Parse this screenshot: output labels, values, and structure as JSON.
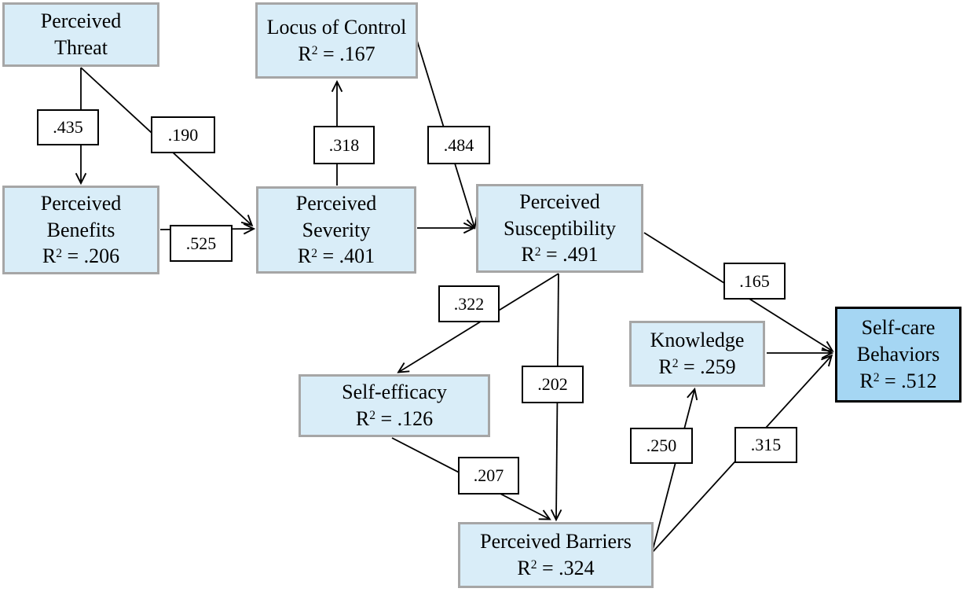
{
  "figure": {
    "description": "Path diagram of Health Belief Model constructs predicting self-care behaviors",
    "colors": {
      "background": "#ffffff",
      "node_fill": "#d9edf8",
      "node_border": "#a6a6a6",
      "highlight_fill": "#a5d6f3",
      "highlight_border": "#000000",
      "coef_fill": "#ffffff",
      "coef_border": "#000000",
      "line_color": "#000000",
      "text_color": "#000000"
    },
    "nodes": [
      {
        "id": "perceived-threat",
        "lines": [
          "Perceived",
          "Threat"
        ],
        "variant": "normal"
      },
      {
        "id": "locus-of-control",
        "lines": [
          "Locus of Control",
          "R² = .167"
        ],
        "variant": "normal"
      },
      {
        "id": "perceived-benefits",
        "lines": [
          "Perceived",
          "Benefits",
          "R² = .206"
        ],
        "variant": "normal"
      },
      {
        "id": "perceived-severity",
        "lines": [
          "Perceived",
          "Severity",
          "R² = .401"
        ],
        "variant": "normal"
      },
      {
        "id": "perceived-susceptibility",
        "lines": [
          "Perceived",
          "Susceptibility",
          "R² = .491"
        ],
        "variant": "normal"
      },
      {
        "id": "self-efficacy",
        "lines": [
          "Self-efficacy",
          "R² = .126"
        ],
        "variant": "normal"
      },
      {
        "id": "knowledge",
        "lines": [
          "Knowledge",
          "R² = .259"
        ],
        "variant": "normal"
      },
      {
        "id": "perceived-barriers",
        "lines": [
          "Perceived Barriers",
          "R² = .324"
        ],
        "variant": "normal"
      },
      {
        "id": "self-care-behaviors",
        "lines": [
          "Self-care",
          "Behaviors",
          "R² = .512"
        ],
        "variant": "highlight"
      }
    ],
    "edges": [
      {
        "from": "perceived-threat",
        "to": "perceived-benefits",
        "coef": ".435"
      },
      {
        "from": "perceived-threat",
        "to": "perceived-severity",
        "coef": ".190"
      },
      {
        "from": "perceived-severity",
        "to": "locus-of-control",
        "coef": ".318"
      },
      {
        "from": "locus-of-control",
        "to": "perceived-susceptibility",
        "coef": ".484"
      },
      {
        "from": "perceived-benefits",
        "to": "perceived-severity",
        "coef": ".525"
      },
      {
        "from": "perceived-severity",
        "to": "perceived-susceptibility",
        "coef": ""
      },
      {
        "from": "perceived-susceptibility",
        "to": "self-care-behaviors",
        "coef": ".165"
      },
      {
        "from": "perceived-susceptibility",
        "to": "self-efficacy",
        "coef": ".322"
      },
      {
        "from": "perceived-susceptibility",
        "to": "perceived-barriers",
        "coef": ".202"
      },
      {
        "from": "self-efficacy",
        "to": "perceived-barriers",
        "coef": ".207"
      },
      {
        "from": "perceived-barriers",
        "to": "knowledge",
        "coef": ".250"
      },
      {
        "from": "perceived-barriers",
        "to": "self-care-behaviors",
        "coef": ".315"
      },
      {
        "from": "knowledge",
        "to": "self-care-behaviors",
        "coef": ""
      }
    ]
  }
}
